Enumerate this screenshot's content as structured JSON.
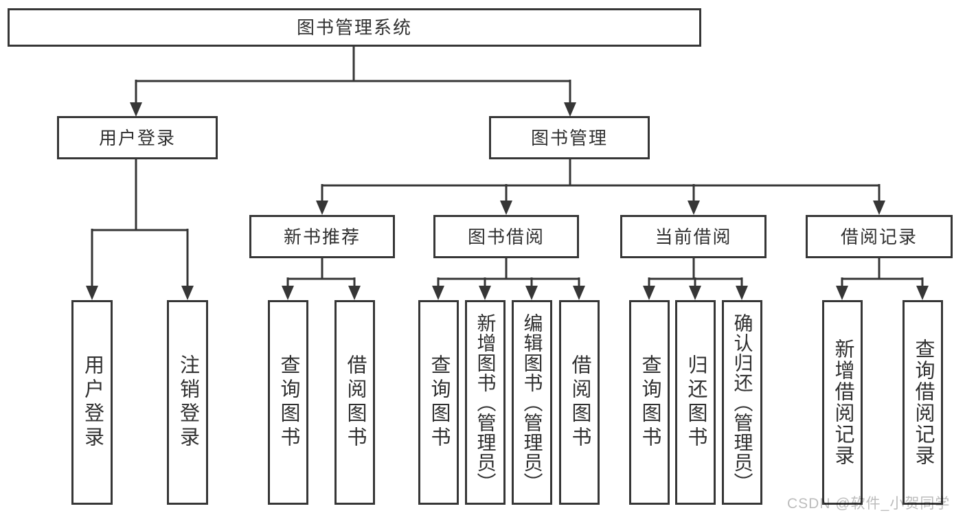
{
  "diagram": {
    "title": "图书管理系统",
    "branches": {
      "user_login": {
        "label": "用户登录",
        "children": [
          "用户登录",
          "注销登录"
        ]
      },
      "book_mgmt": {
        "label": "图书管理",
        "groups": [
          {
            "label": "新书推荐",
            "children": [
              "查询图书",
              "借阅图书"
            ]
          },
          {
            "label": "图书借阅",
            "children": [
              "查询图书",
              "新增图书（管理员）",
              "编辑图书（管理员）",
              "借阅图书"
            ]
          },
          {
            "label": "当前借阅",
            "children": [
              "查询图书",
              "归还图书",
              "确认归还（管理员）"
            ]
          },
          {
            "label": "借阅记录",
            "children": [
              "新增借阅记录",
              "查询借阅记录"
            ]
          }
        ]
      }
    }
  },
  "watermark": "CSDN @软件_小贺同学",
  "colors": {
    "line": "#363636",
    "box_fill": "#ffffff",
    "text": "#303030",
    "watermark": "#bcbcbc"
  }
}
